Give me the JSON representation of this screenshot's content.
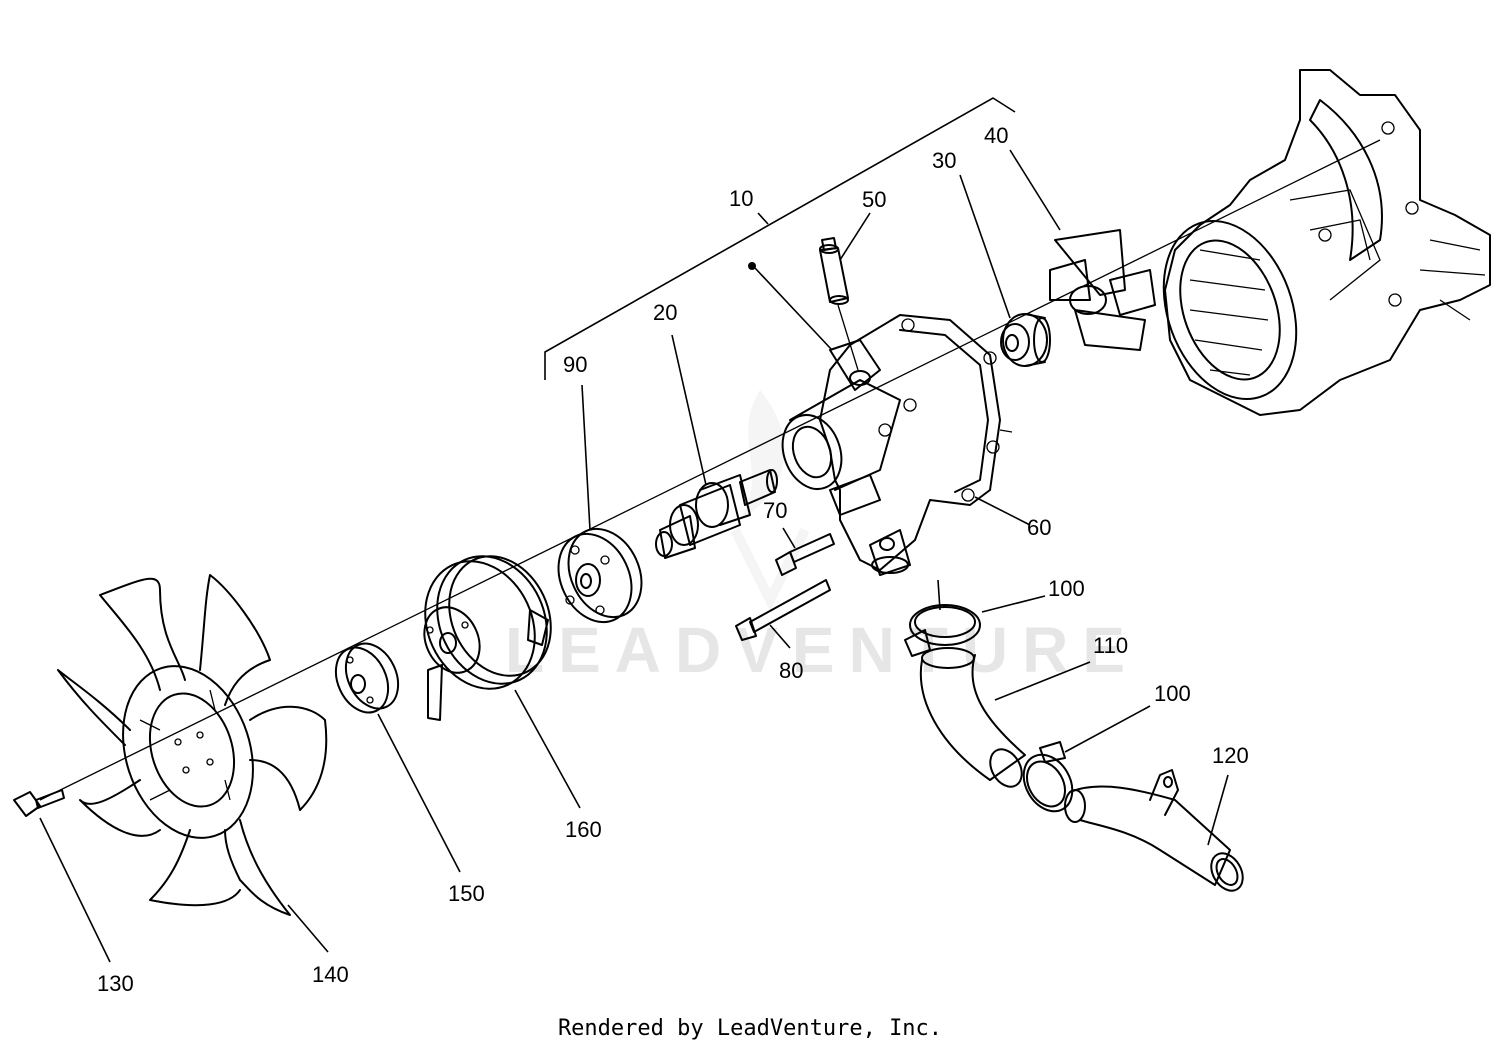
{
  "watermark": "LEADVENTURE",
  "footer": "Rendered by LeadVenture, Inc.",
  "callouts": {
    "c10": "10",
    "c20": "20",
    "c30": "30",
    "c40": "40",
    "c50": "50",
    "c60": "60",
    "c70": "70",
    "c80": "80",
    "c90": "90",
    "c100a": "100",
    "c100b": "100",
    "c110": "110",
    "c120": "120",
    "c130": "130",
    "c140": "140",
    "c150": "150",
    "c160": "160"
  }
}
